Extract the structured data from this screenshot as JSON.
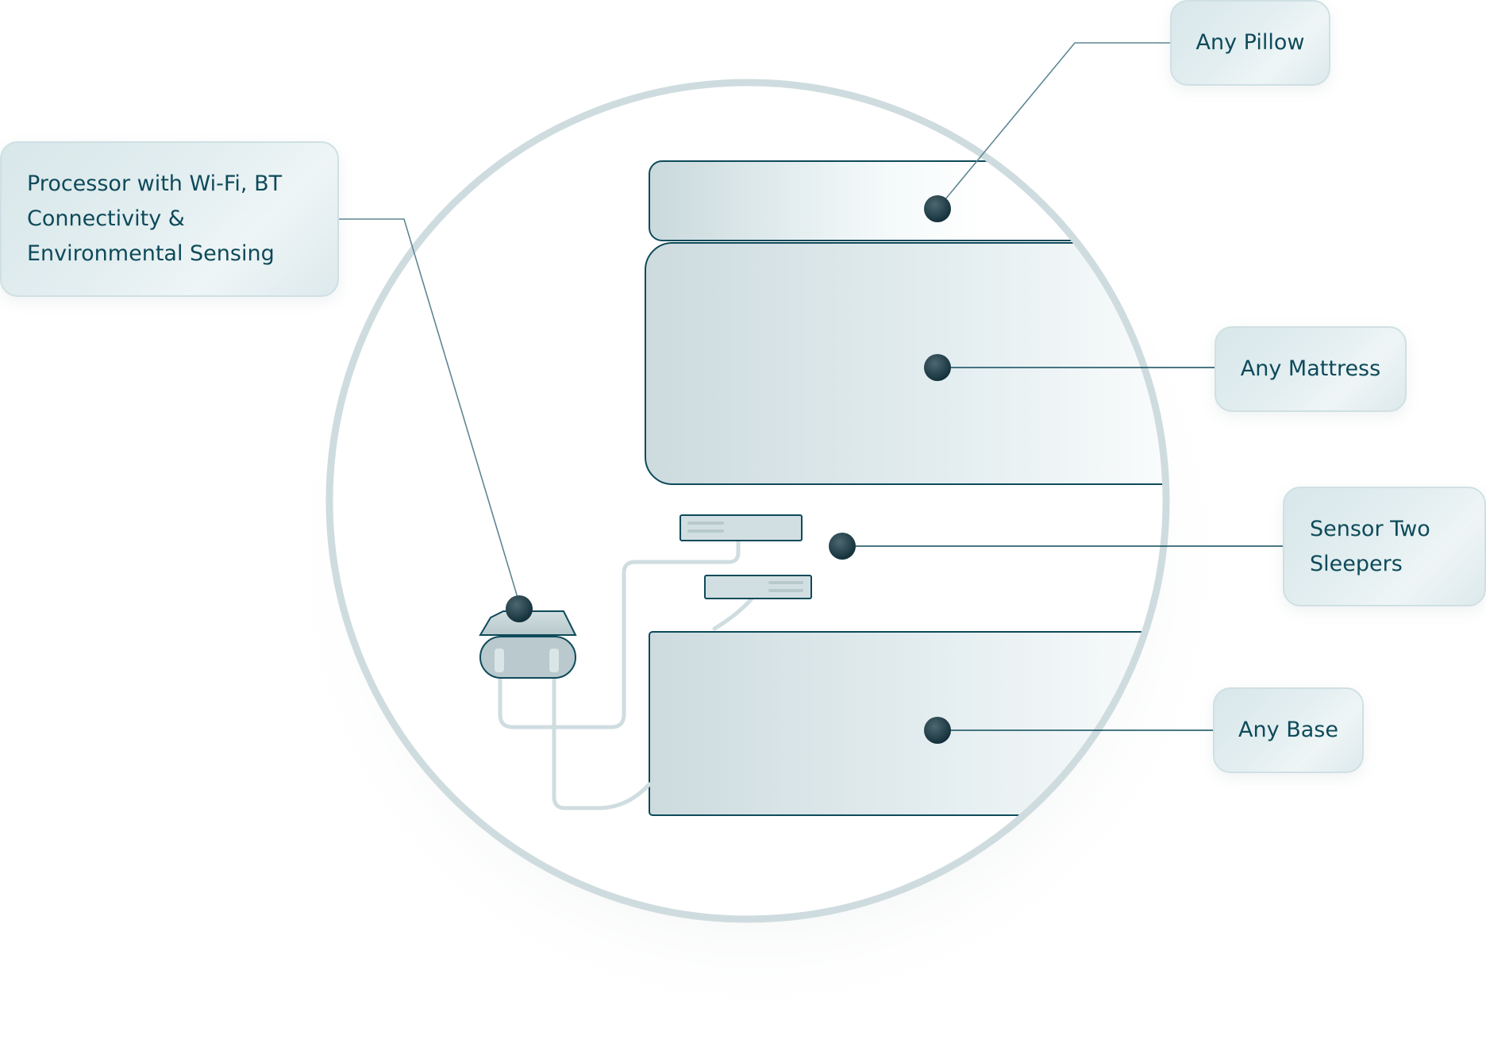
{
  "labels": {
    "processor": "Processor with Wi-Fi, BT\nConnectivity &\nEnvironmental Sensing",
    "pillow": "Any Pillow",
    "mattress": "Any Mattress",
    "sensor": "Sensor Two\nSleepers",
    "base": "Any Base"
  },
  "colors": {
    "text": "#0e4a5a",
    "outline": "#0e4a5a",
    "circle_ring": "#cfdcdf",
    "node": "#1f3a44",
    "cable": "#cfdde0"
  }
}
